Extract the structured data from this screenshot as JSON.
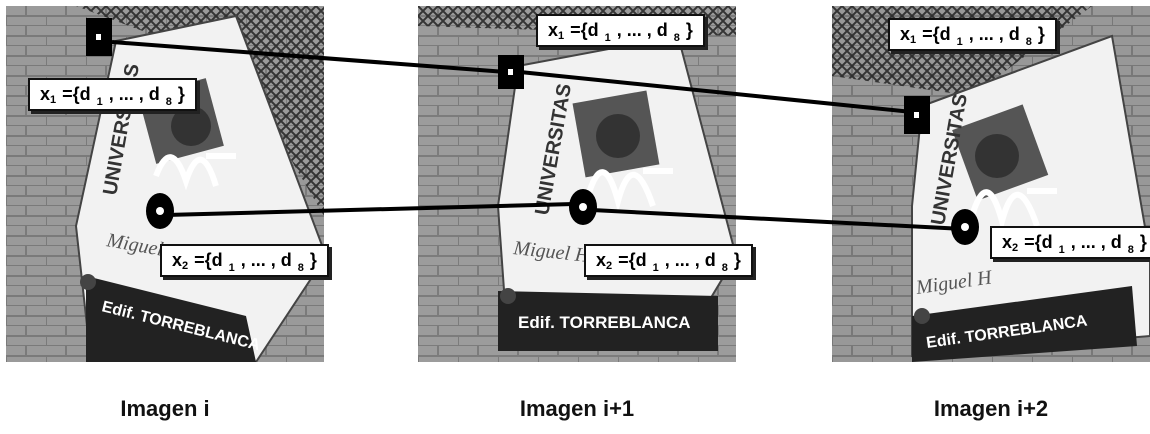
{
  "panels": [
    {
      "caption": "Imagen i"
    },
    {
      "caption": "Imagen i+1"
    },
    {
      "caption": "Imagen i+2"
    }
  ],
  "sign": {
    "vertical_text": "UNIVERSITAS",
    "script_text": "Miguel H",
    "plate_text": "Edif. TORREBLANCA"
  },
  "features": [
    {
      "id": "x1",
      "var": "x",
      "sub": "1",
      "descriptor": "={d",
      "d1_sub": "1",
      "mid": ", ... , d",
      "d8_sub": "8",
      "close": "}",
      "marker": "square"
    },
    {
      "id": "x2",
      "var": "x",
      "sub": "2",
      "descriptor": "={d",
      "d1_sub": "1",
      "mid": ", ... , d",
      "d8_sub": "8",
      "close": "}",
      "marker": "circle"
    }
  ],
  "colors": {
    "line": "#000000",
    "box_bg": "#ffffff",
    "background": "#ffffff"
  }
}
